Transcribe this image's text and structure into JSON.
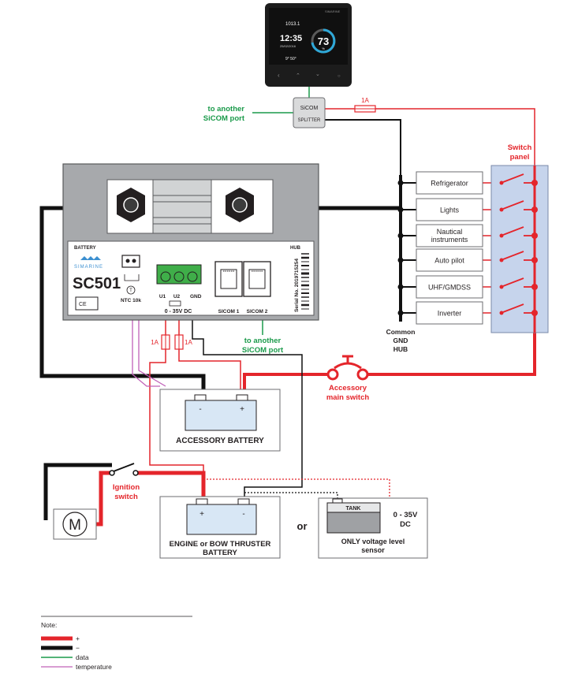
{
  "colors": {
    "positive": "#e4252b",
    "negative": "#111111",
    "data": "#1a9a4a",
    "temperature": "#c061b8",
    "panel_fill": "#c6d4ec",
    "monitor_body": "#1c1c1c",
    "device_gray": "#a7a9ac"
  },
  "display": {
    "top_value": "1013.1",
    "time": "12:35",
    "date": "25/02/2016",
    "gauge_value": "73",
    "gauge_unit": "%",
    "wind": "9° 50°",
    "brand": "SIMARINE"
  },
  "splitter": {
    "line1": "SiCOM",
    "line2": "SPLITTER"
  },
  "labels": {
    "to_another_sicom_top": [
      "to another",
      "SiCOM port"
    ],
    "to_another_sicom_mid": [
      "to another",
      "SiCOM port"
    ],
    "fuse_top": "1A",
    "fuse_u1": "1A",
    "fuse_u2": "1A",
    "switch_panel": [
      "Switch",
      "panel"
    ],
    "common_gnd": [
      "Common",
      "GND",
      "HUB"
    ],
    "accessory_switch": [
      "Accessory",
      "main switch"
    ],
    "ignition_switch": [
      "Ignition",
      "switch"
    ],
    "or": "or",
    "motor": "M"
  },
  "sc501": {
    "battery_label": "BATTERY",
    "hub_label": "HUB",
    "brand": "SIMARINE",
    "model": "SC501",
    "ntc": "NTC 10k",
    "ntc_symbol": "T",
    "u1": "U1",
    "u2": "U2",
    "gnd": "GND",
    "dc_range": "0 - 35V DC",
    "sicom1": "SICOM 1",
    "sicom2": "SICOM 2",
    "serial": "Serial No. 2019715254",
    "ce": "CE"
  },
  "panel_loads": [
    "Refrigerator",
    "Lights",
    "Nautical instruments",
    "Auto pilot",
    "UHF/GMDSS",
    "Inverter"
  ],
  "accessory_battery": {
    "label": "ACCESSORY BATTERY",
    "minus": "-",
    "plus": "+"
  },
  "engine_battery": {
    "label": [
      "ENGINE or BOW THRUSTER",
      "BATTERY"
    ],
    "plus": "+",
    "minus": "-"
  },
  "tank_sensor": {
    "tank": "TANK",
    "range": [
      "0 - 35V",
      "DC"
    ],
    "label": [
      "ONLY voltage level",
      "sensor"
    ]
  },
  "legend": {
    "title": "Note:",
    "items": [
      {
        "type": "positive",
        "label": "+"
      },
      {
        "type": "negative",
        "label": "−"
      },
      {
        "type": "data",
        "label": "data"
      },
      {
        "type": "temperature",
        "label": "temperature"
      }
    ]
  }
}
